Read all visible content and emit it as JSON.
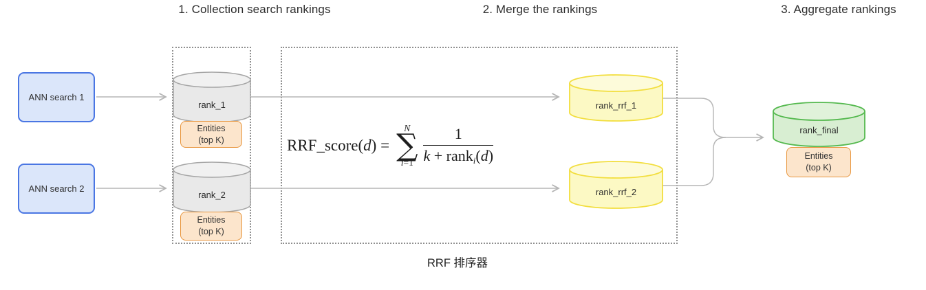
{
  "headers": {
    "step1": "1. Collection search rankings",
    "step2": "2. Merge the rankings",
    "step3": "3. Aggregate rankings"
  },
  "sources": [
    {
      "label": "ANN search 1"
    },
    {
      "label": "ANN search 2"
    }
  ],
  "cylinders": {
    "rank1": "rank_1",
    "rank2": "rank_2",
    "rrf1": "rank_rrf_1",
    "rrf2": "rank_rrf_2",
    "final": "rank_final"
  },
  "entities": {
    "line1": "Entities",
    "line2": "(top K)"
  },
  "formula": {
    "name": "RRF_score",
    "open_paren": "(",
    "arg": "d",
    "close_eq": ") =",
    "sum_upper": "N",
    "sum": "∑",
    "sum_lower_i": "i",
    "sum_lower_rest": "=1",
    "numerator": "1",
    "den_k": "k",
    "den_plus": " + ",
    "den_rank": "rank",
    "den_sub": "i",
    "den_open": "(",
    "den_arg": "d",
    "den_close": ")"
  },
  "caption": "RRF 排序器",
  "colors": {
    "source_fill": "#dbe6fa",
    "source_border": "#4a76e3",
    "gray_cylinder_fill": "#e9e9e9",
    "gray_cylinder_border": "#a5a5a5",
    "yellow_cylinder_fill": "#fcf9c4",
    "yellow_cylinder_border": "#f2de3e",
    "green_cylinder_fill": "#d8eed2",
    "green_cylinder_border": "#55b94f",
    "entities_fill": "#fce5cc",
    "entities_border": "#e8963e",
    "arrow": "#b5b5b5",
    "dotted_border": "#8f8f8f"
  }
}
